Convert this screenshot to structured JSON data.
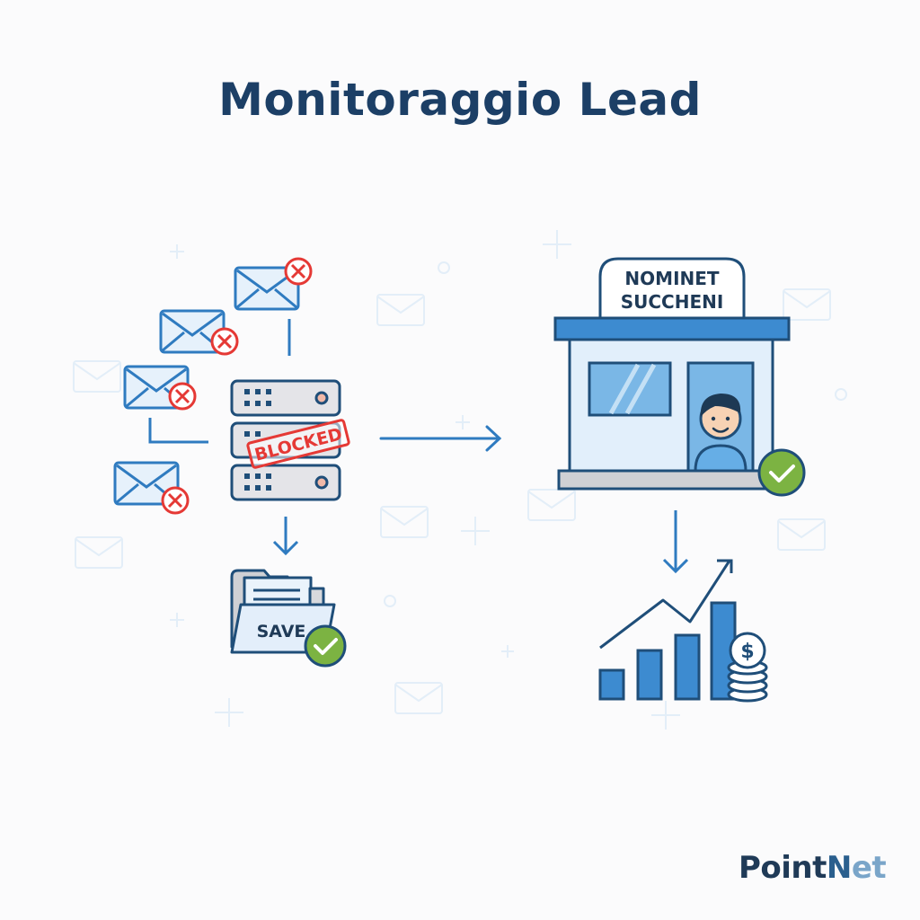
{
  "title": "Monitoraggio Lead",
  "brand": {
    "part1": "Point",
    "part2": "N",
    "part3": "et"
  },
  "left_flow": {
    "emails": [
      {
        "status": "rejected",
        "icon": "envelope-icon"
      },
      {
        "status": "rejected",
        "icon": "envelope-icon"
      },
      {
        "status": "rejected",
        "icon": "envelope-icon"
      },
      {
        "status": "rejected",
        "icon": "envelope-icon"
      }
    ],
    "server_stamp": "BLOCKED",
    "save_label": "SAVE"
  },
  "right_flow": {
    "shop_sign_line1": "NOMINET",
    "shop_sign_line2": "SUCCHENI",
    "result": "growth-chart-with-coins"
  },
  "colors": {
    "title": "#1c3f66",
    "accent_blue": "#3b82c4",
    "outline": "#1f4e79",
    "error_red": "#e53935",
    "success_green": "#7cb342",
    "background": "#fbfbfc"
  }
}
